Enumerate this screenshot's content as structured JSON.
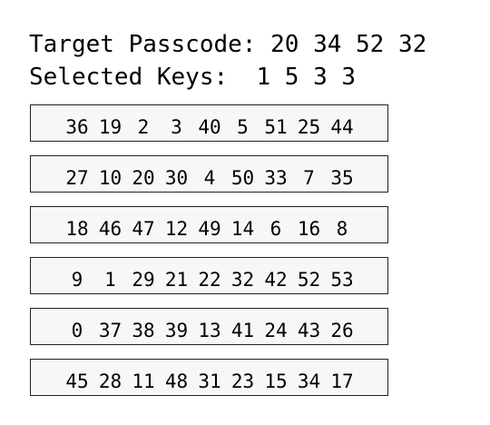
{
  "header": {
    "target_label": "Target Passcode:",
    "target_values": "20 34 52 32",
    "selected_label": "Selected Keys:",
    "selected_values": "1 5 3 3"
  },
  "keypad": {
    "rows": [
      [
        "36",
        "19",
        "2",
        "3",
        "40",
        "5",
        "51",
        "25",
        "44"
      ],
      [
        "27",
        "10",
        "20",
        "30",
        "4",
        "50",
        "33",
        "7",
        "35"
      ],
      [
        "18",
        "46",
        "47",
        "12",
        "49",
        "14",
        "6",
        "16",
        "8"
      ],
      [
        "9",
        "1",
        "29",
        "21",
        "22",
        "32",
        "42",
        "52",
        "53"
      ],
      [
        "0",
        "37",
        "38",
        "39",
        "13",
        "41",
        "24",
        "43",
        "26"
      ],
      [
        "45",
        "28",
        "11",
        "48",
        "31",
        "23",
        "15",
        "34",
        "17"
      ]
    ]
  },
  "colors": {
    "row_background": "#f7f7f7",
    "row_border": "#222222",
    "text": "#000000"
  }
}
